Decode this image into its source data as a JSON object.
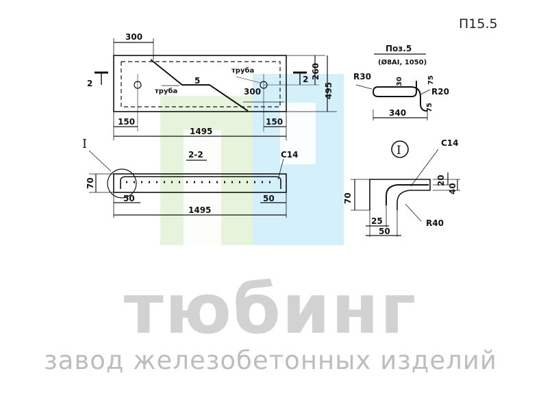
{
  "code": "П15.5",
  "plan": {
    "dim_300_top": "300",
    "dim_260": "260",
    "dim_495": "495",
    "pos_5": "5",
    "pipe_left": "труба",
    "pipe_right": "труба",
    "dim_300_inner": "300",
    "dim_150_left": "150",
    "dim_150_right": "150",
    "dim_1495": "1495",
    "cut_left": "2",
    "cut_right": "2"
  },
  "section": {
    "title": "2-2",
    "node_mark": "I",
    "rebar": "C14",
    "dim_70": "70",
    "dim_50_left": "50",
    "dim_50_right": "50",
    "dim_1495": "1495"
  },
  "pos5": {
    "title": "Поз.5",
    "spec": "(Ø8AI, 1050)",
    "r30": "R30",
    "dim_30": "30",
    "dim_75_top": "75",
    "r20": "R20",
    "dim_75": "75",
    "dim_340": "340"
  },
  "node": {
    "mark": "I",
    "rebar": "C14",
    "dim_20": "20",
    "dim_40": "40",
    "dim_70": "70",
    "r40": "R40",
    "dim_25": "25",
    "dim_50": "50"
  },
  "brand": {
    "name": "тюбинг",
    "tagline": "завод железобетонных изделий"
  }
}
